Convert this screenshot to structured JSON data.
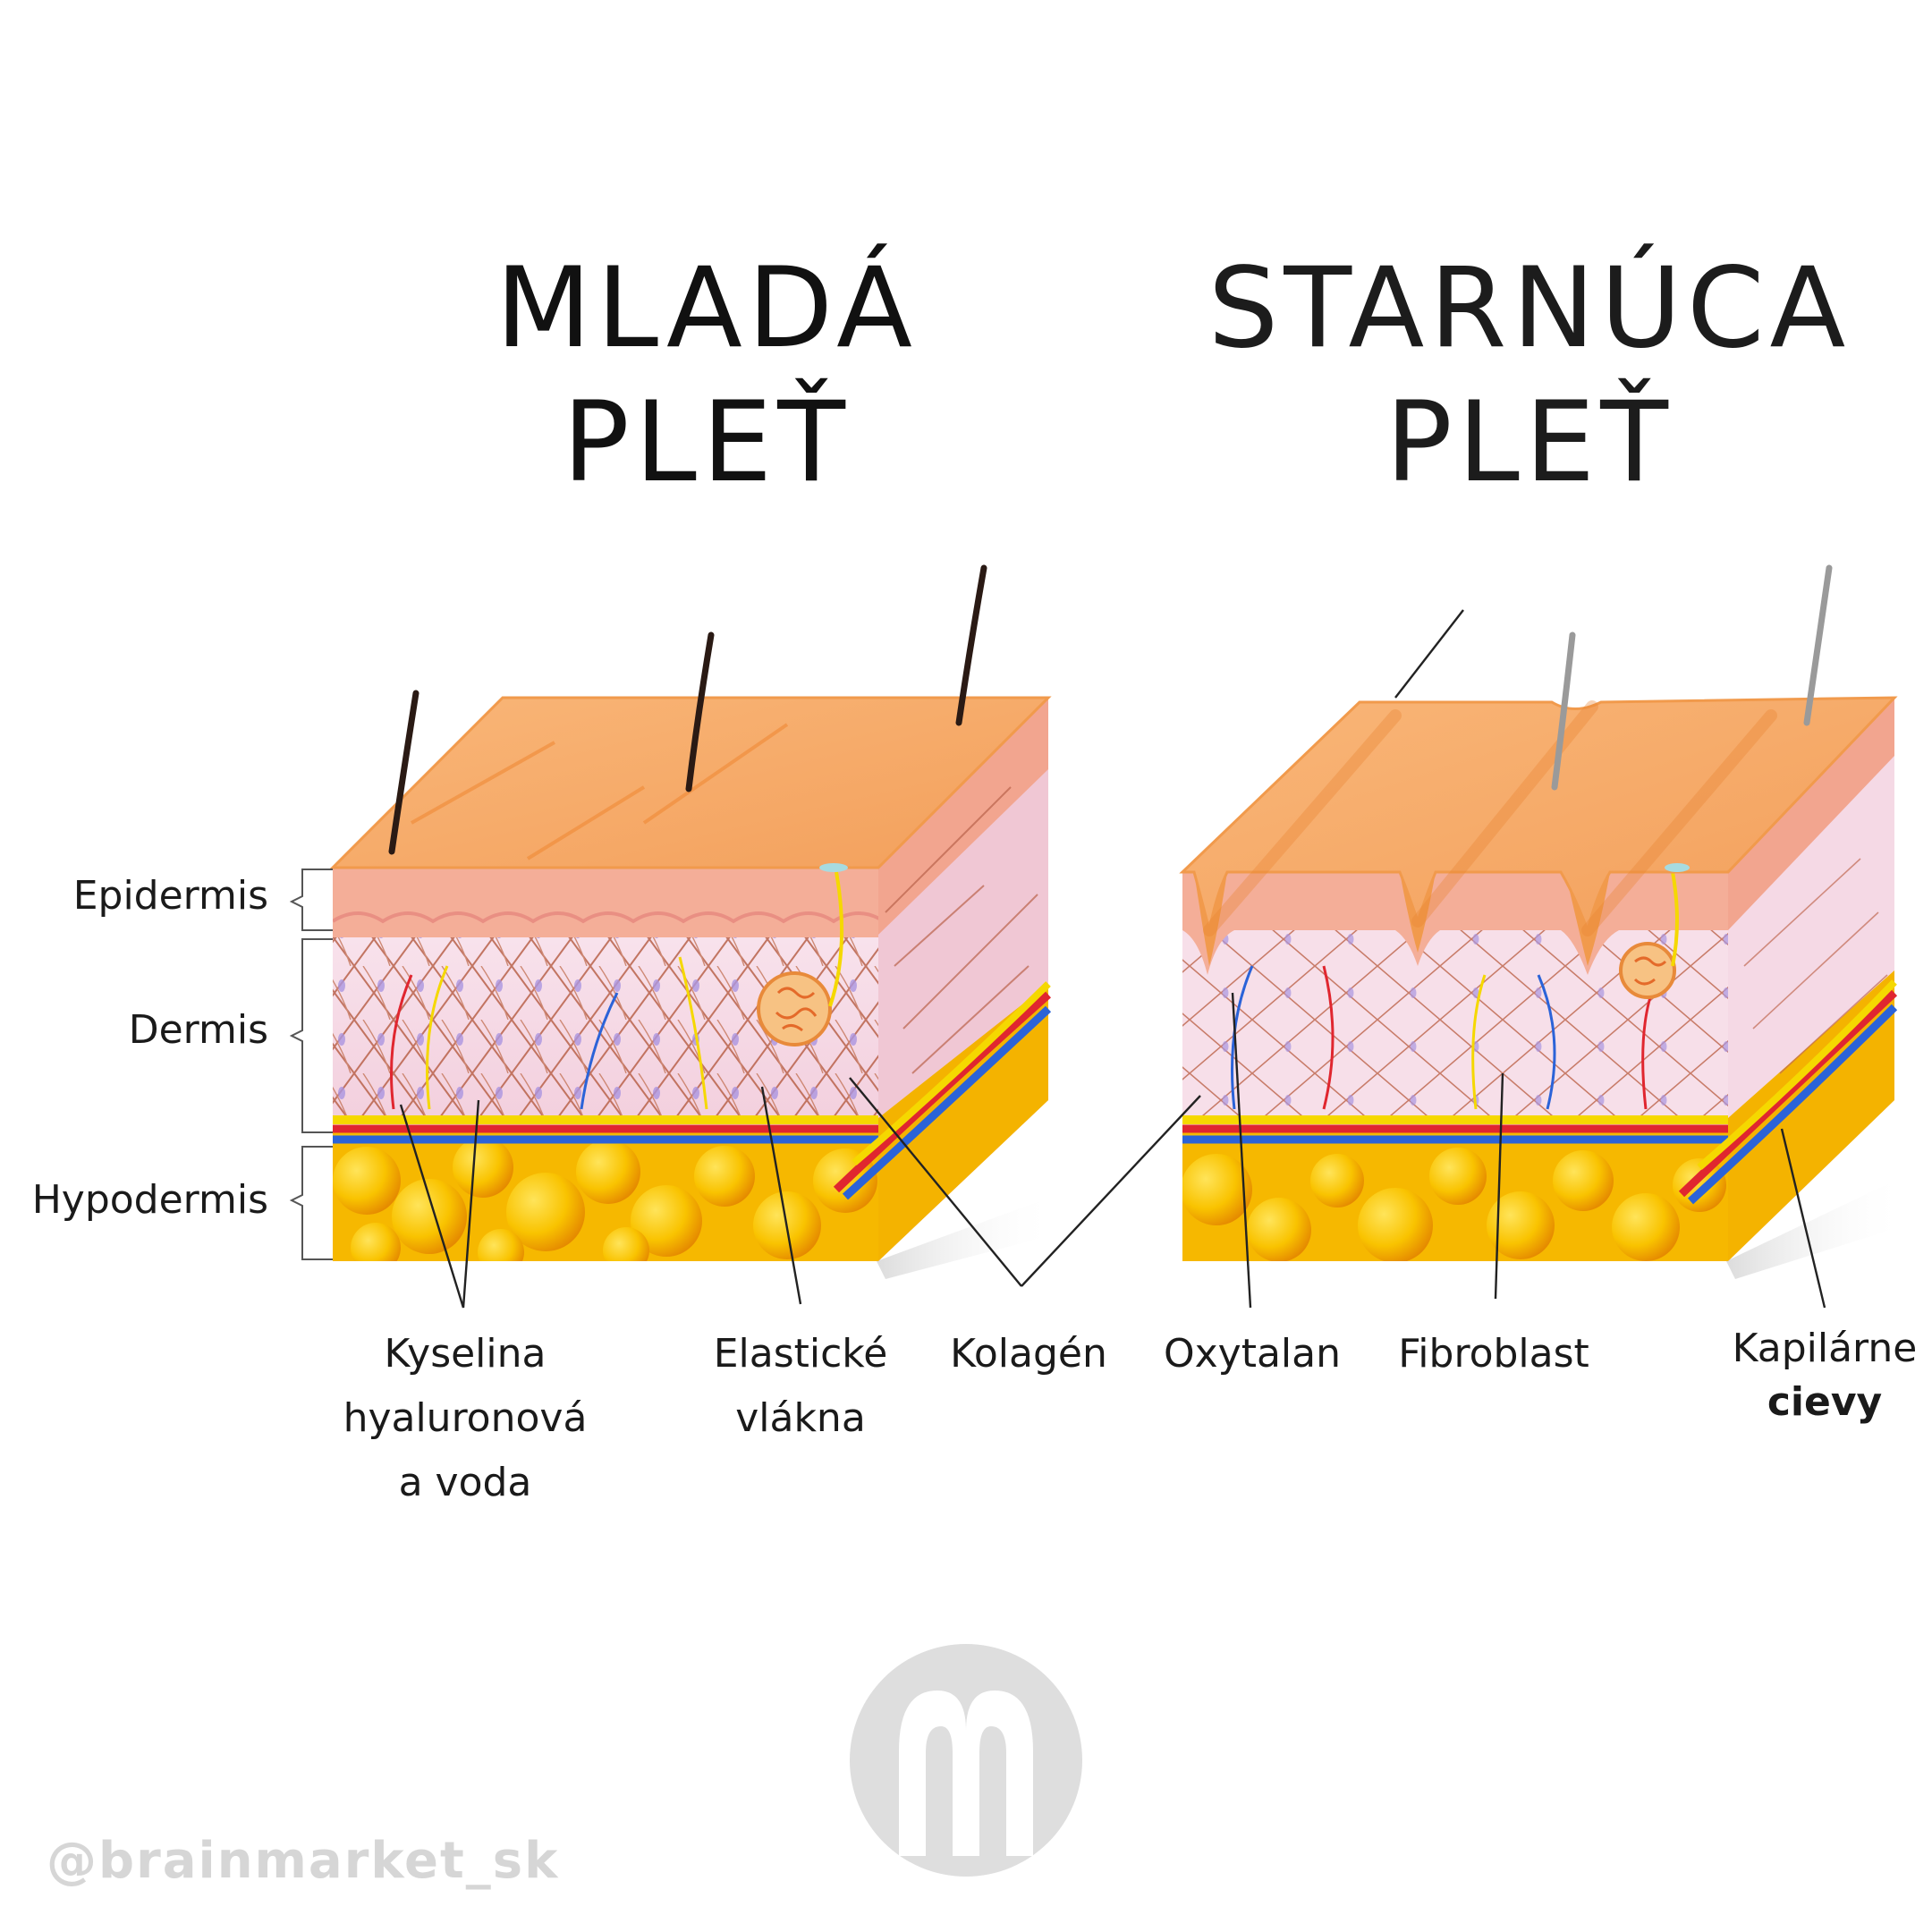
{
  "titles": {
    "young": [
      "MLADÁ",
      "PLEŤ"
    ],
    "aging": [
      "STARNÚCA",
      "PLEŤ"
    ]
  },
  "layers": [
    "Epidermis",
    "Dermis",
    "Hypodermis"
  ],
  "callouts": {
    "hyaluronic": [
      "Kyselina",
      "hyaluronová",
      "a voda"
    ],
    "elastic": [
      "Elastické",
      "vlákna"
    ],
    "collagen": [
      "Kolagén"
    ],
    "oxytalan": [
      "Oxytalan"
    ],
    "fibroblast": [
      "Fibroblast"
    ],
    "capillaries": [
      "Kapilárne",
      "cievy"
    ]
  },
  "watermark": "@brainmarket_sk",
  "colors": {
    "skin_top": "#f7ad6c",
    "skin_side": "#f6bc84",
    "epidermis": "#f5b09b",
    "dermis": "#f7dde8",
    "fat": "#f6b800",
    "artery": "#e0262f",
    "vein": "#2b63d8",
    "nerve": "#f5d800",
    "collagen_fiber": "#b5553a",
    "logo": "#dedede"
  }
}
